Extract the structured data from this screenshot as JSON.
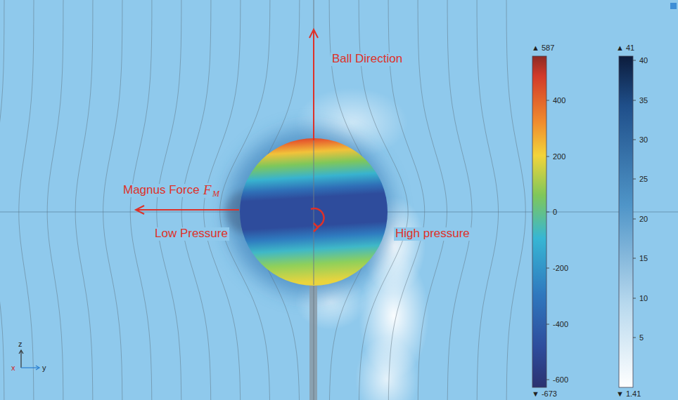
{
  "diagram": {
    "labels": [
      "Ball Direction",
      "Magnus Force",
      "F",
      "M",
      "Low Pressure",
      "High pressure",
      "▲ 587",
      "400",
      "200",
      "0",
      "-200",
      "-400",
      "-600",
      "▼ -673",
      "▲ 41",
      "40",
      "35",
      "30",
      "25",
      "20",
      "15",
      "10",
      "5",
      "▼ 1.41",
      "z",
      "x",
      "y"
    ]
  }
}
